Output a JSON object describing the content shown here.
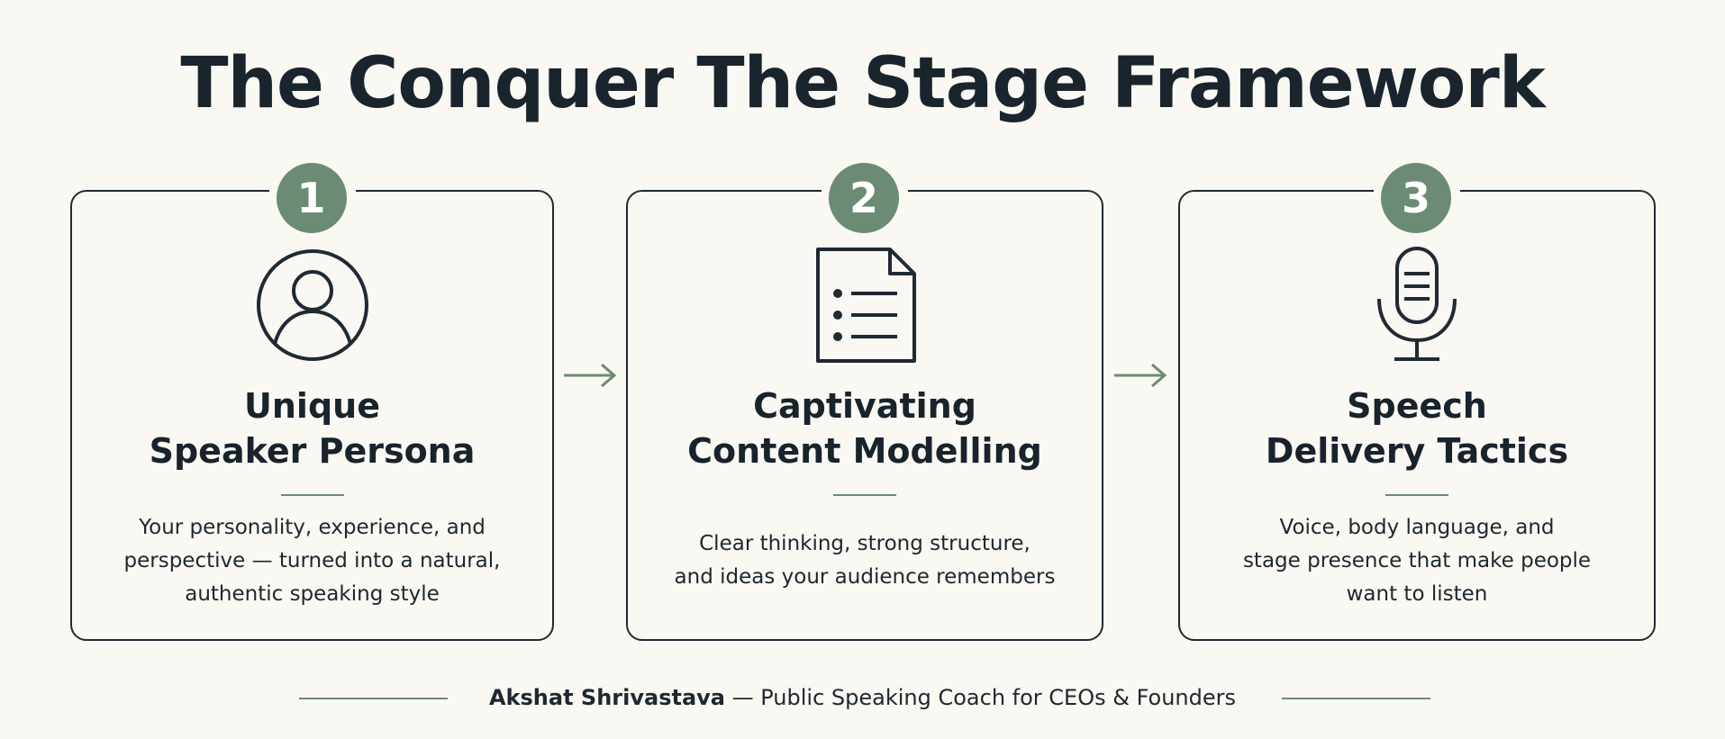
{
  "title": "The Conquer The Stage Framework",
  "colors": {
    "background": "#faf8f2",
    "accent": "#6b8b74",
    "text": "#18232c"
  },
  "steps": [
    {
      "number": "1",
      "icon": "person-circle-icon",
      "title_lines": [
        "Unique",
        "Speaker Persona"
      ],
      "description_lines": [
        "Your personality, experience, and",
        "perspective — turned into a natural,",
        "authentic speaking style"
      ]
    },
    {
      "number": "2",
      "icon": "document-list-icon",
      "title_lines": [
        "Captivating",
        "Content Modelling"
      ],
      "description_lines": [
        "Clear thinking, strong structure,",
        "and ideas your audience remembers"
      ]
    },
    {
      "number": "3",
      "icon": "microphone-icon",
      "title_lines": [
        "Speech",
        "Delivery Tactics"
      ],
      "description_lines": [
        "Voice, body language, and",
        "stage presence that make people",
        "want to listen"
      ]
    }
  ],
  "footer": {
    "name": "Akshat Shrivastava",
    "tagline": " — Public Speaking Coach for CEOs & Founders"
  }
}
